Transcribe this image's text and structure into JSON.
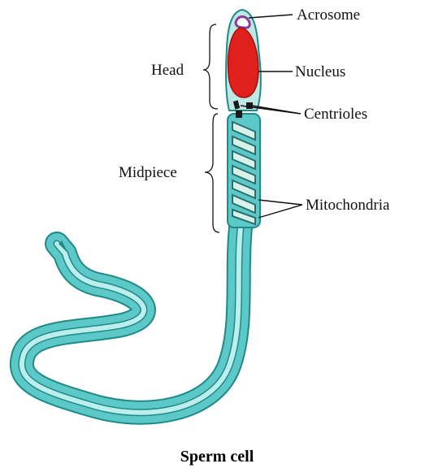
{
  "caption": "Sperm cell",
  "labels": {
    "acrosome": "Acrosome",
    "nucleus": "Nucleus",
    "centrioles": "Centrioles",
    "mitochondria": "Mitochondria",
    "head": "Head",
    "midpiece": "Midpiece"
  },
  "colors": {
    "nucleus": "#e0201c",
    "tail": "#5cc9c8",
    "tail_line": "#1f8a86",
    "acrosome": "#8b3a9e",
    "centriole": "#1a1a1a"
  }
}
